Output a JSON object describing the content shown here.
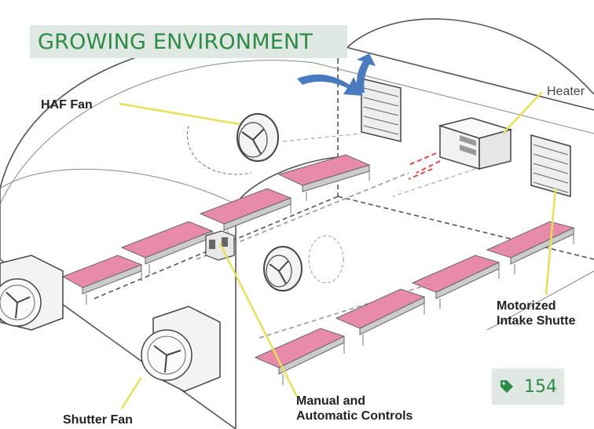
{
  "title": "GROWING ENVIRONMENT",
  "tag": {
    "icon": "tag-icon",
    "count": "154",
    "color": "#2e8b45"
  },
  "labels": {
    "haf_fan": "HAF Fan",
    "heater": "Heater",
    "motorized_line1": "Motorized",
    "motorized_line2": "Intake Shutte",
    "shutter_fan": "Shutter Fan",
    "controls_line1": "Manual and",
    "controls_line2": "Automatic Controls"
  },
  "colors": {
    "bench": "#e88aa9",
    "banner_bg": "#dfe8e3",
    "banner_text": "#2e8b45",
    "callout": "#e8df58",
    "airflow": "#4a7bbf",
    "heat": "#d94b4b"
  }
}
